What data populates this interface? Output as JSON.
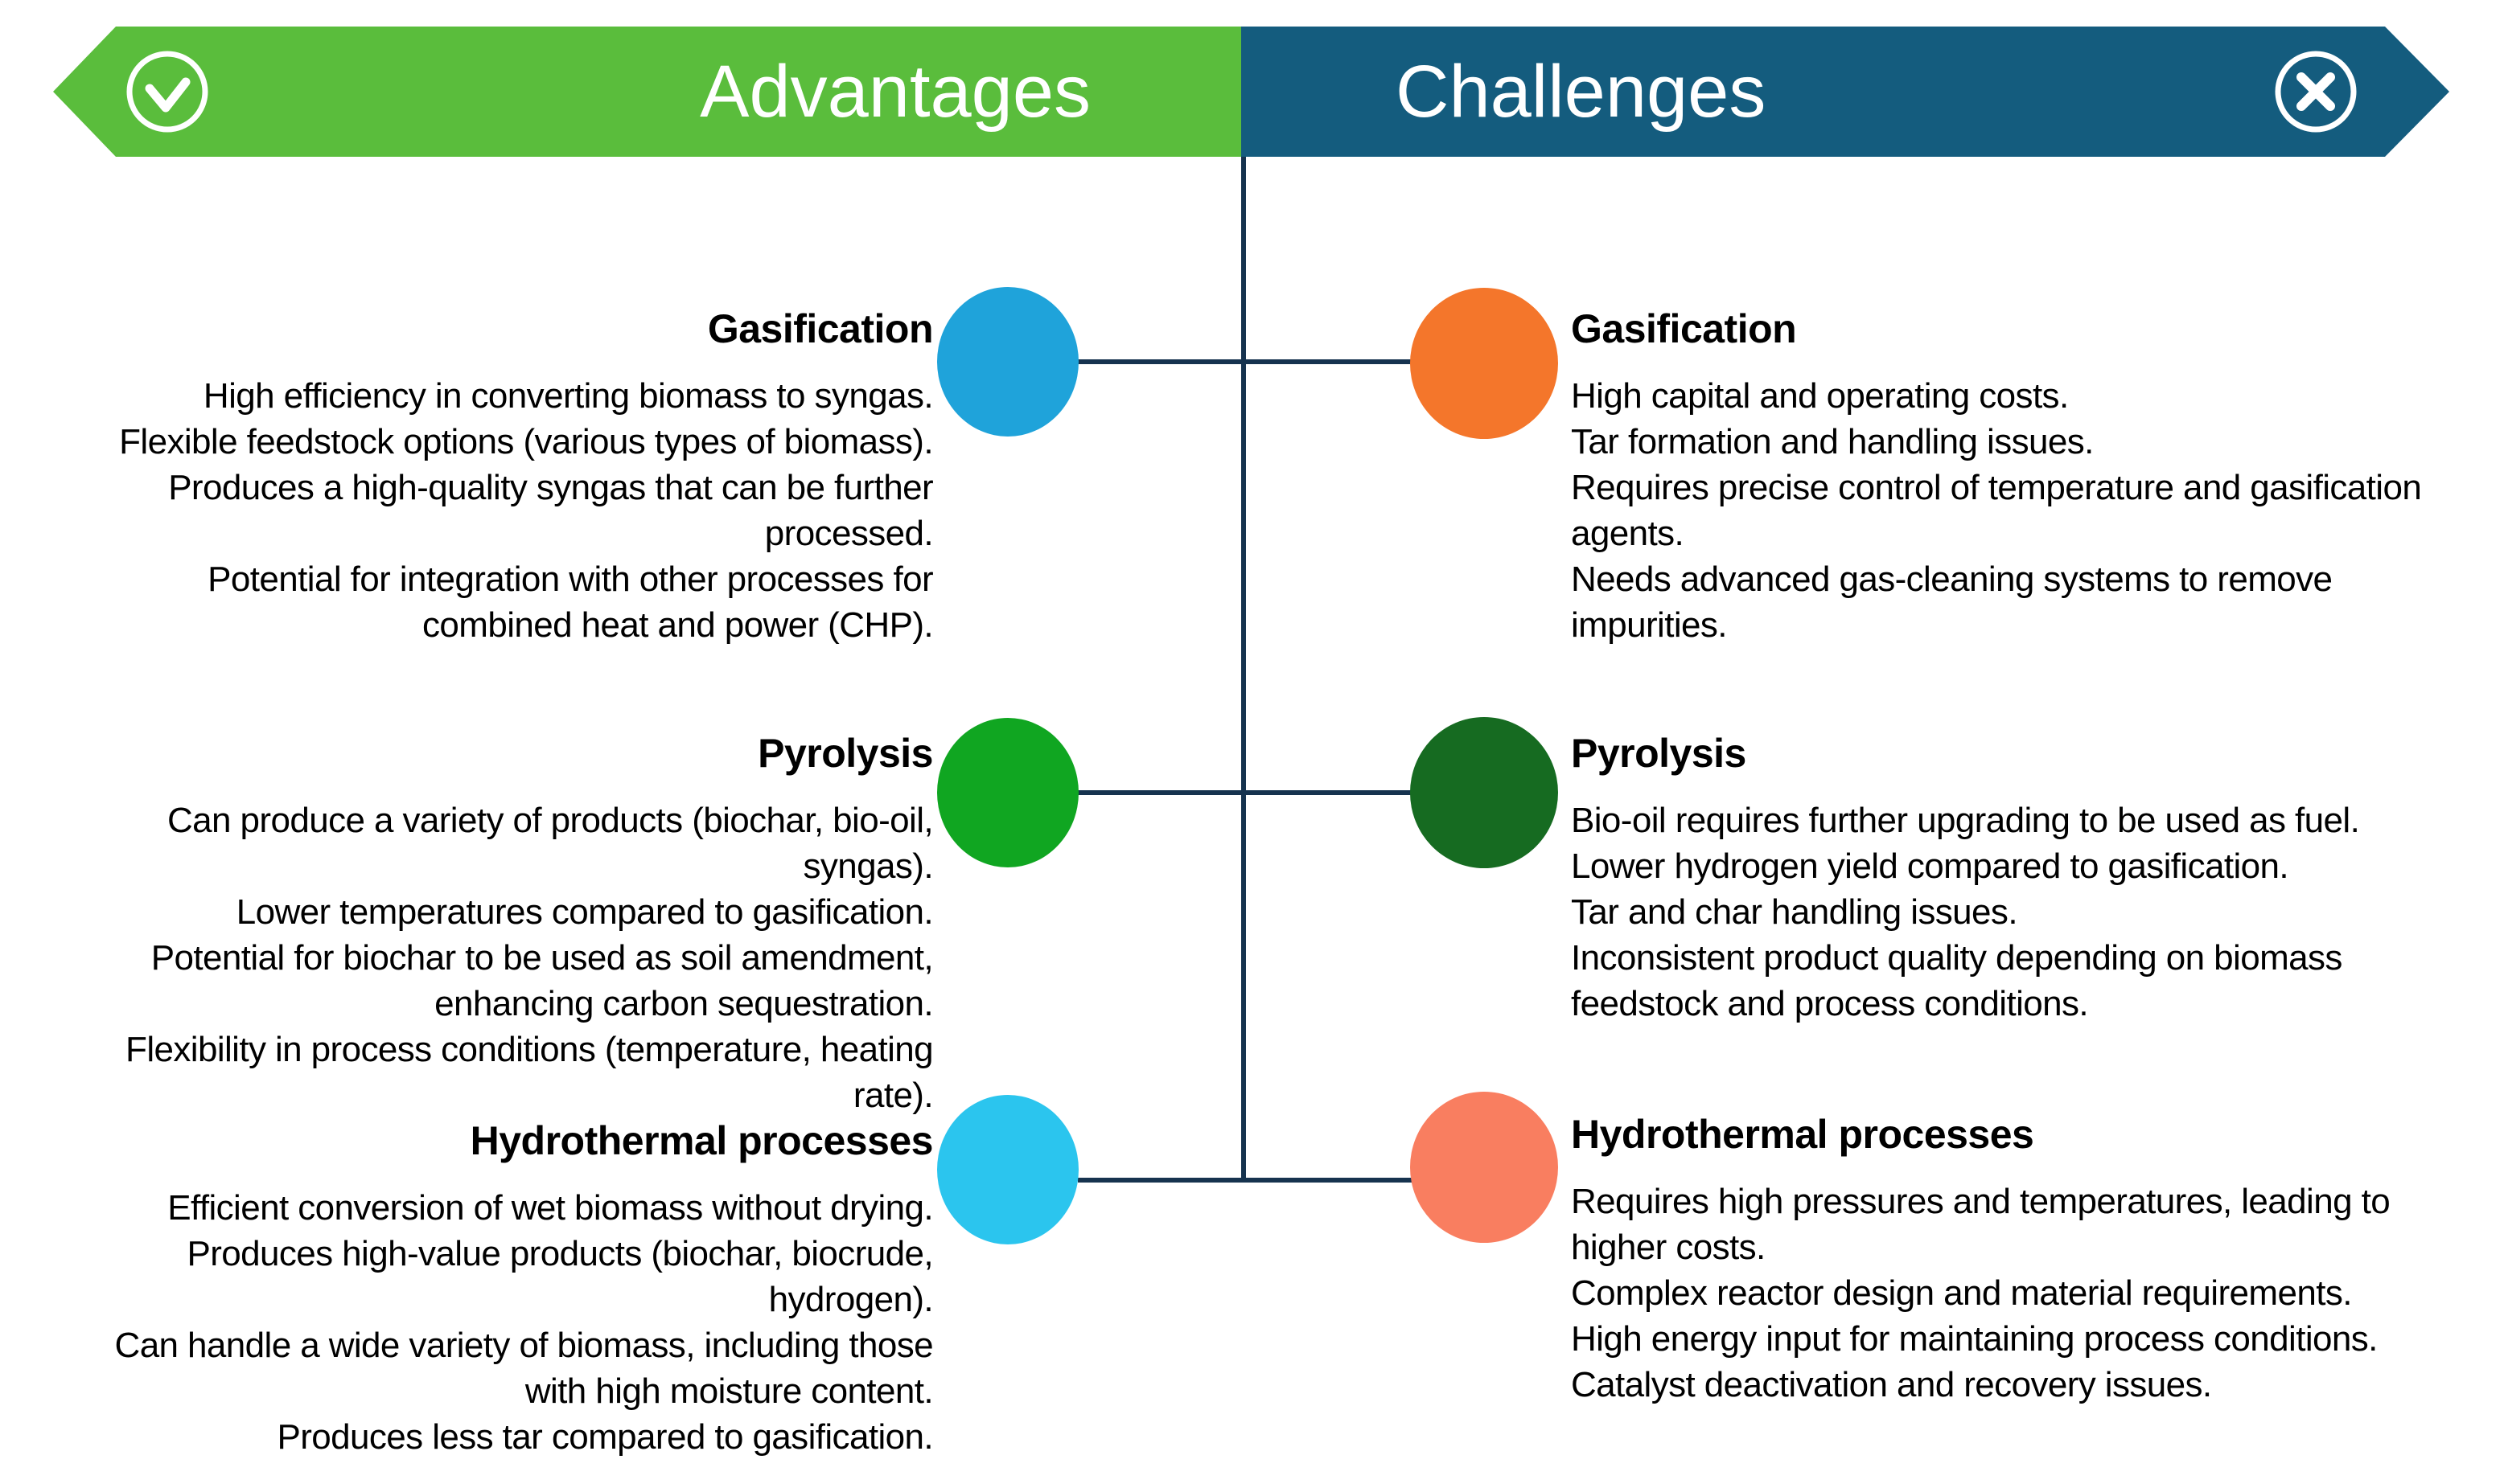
{
  "banner": {
    "advantages_label": "Advantages",
    "challenges_label": "Challenges",
    "advantages_color": "#5ABD3C",
    "challenges_color": "#145C7E"
  },
  "connector_color": "#16334F",
  "text_color": "#000000",
  "icons": {
    "advantages": "check-in-circle",
    "challenges": "x-in-circle"
  },
  "rows": [
    {
      "advantages": {
        "title": "Gasification",
        "circle_color": "#1FA3DA",
        "items": [
          "High efficiency in converting biomass to syngas.",
          "Flexible feedstock options (various types of biomass).",
          "Produces a high-quality syngas that can be further processed.",
          "Potential for integration with other processes for combined heat and power (CHP)."
        ]
      },
      "challenges": {
        "title": "Gasification",
        "circle_color": "#F4762B",
        "items": [
          "High capital and operating costs.",
          "Tar formation and handling issues.",
          "Requires precise control of temperature and gasification agents.",
          "Needs advanced gas-cleaning systems to remove impurities."
        ]
      }
    },
    {
      "advantages": {
        "title": "Pyrolysis",
        "circle_color": "#10A621",
        "items": [
          "Can produce a variety of products (biochar, bio-oil, syngas).",
          "Lower temperatures compared to gasification.",
          "Potential for biochar to be used as soil amendment, enhancing carbon sequestration.",
          "Flexibility in process conditions (temperature, heating rate)."
        ]
      },
      "challenges": {
        "title": "Pyrolysis",
        "circle_color": "#166B21",
        "items": [
          "Bio-oil requires further upgrading to be used as fuel.",
          "Lower hydrogen yield compared to gasification.",
          "Tar and char handling issues.",
          "Inconsistent product quality depending on biomass feedstock and process conditions."
        ]
      }
    },
    {
      "advantages": {
        "title": "Hydrothermal processes",
        "circle_color": "#2BC5EE",
        "items": [
          "Efficient conversion of wet biomass without drying.",
          "Produces high-value products (biochar, biocrude, hydrogen).",
          "Can handle a wide variety of biomass, including those with high moisture content.",
          "Produces less tar compared to gasification."
        ]
      },
      "challenges": {
        "title": "Hydrothermal processes",
        "circle_color": "#F97E60",
        "items": [
          "Requires high pressures and temperatures, leading to higher costs.",
          "Complex reactor design and material requirements.",
          "High energy input for maintaining process conditions.",
          "Catalyst deactivation and recovery issues."
        ]
      }
    }
  ]
}
